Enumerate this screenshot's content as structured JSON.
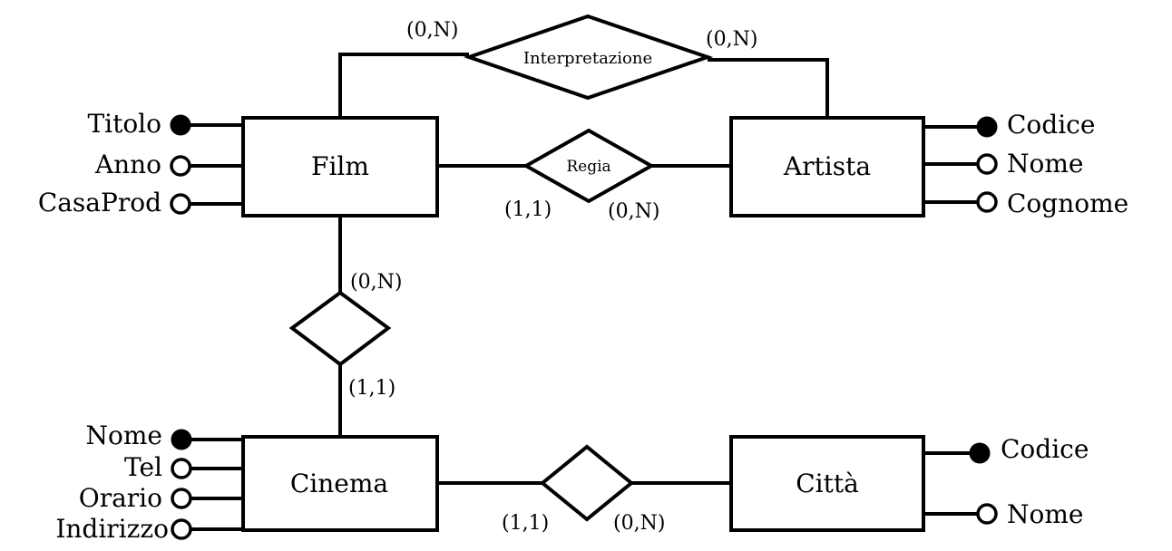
{
  "entities": {
    "film": {
      "name": "Film",
      "attributes": [
        {
          "name": "Titolo",
          "key": true
        },
        {
          "name": "Anno",
          "key": false
        },
        {
          "name": "CasaProd",
          "key": false
        }
      ]
    },
    "artista": {
      "name": "Artista",
      "attributes": [
        {
          "name": "Codice",
          "key": true
        },
        {
          "name": "Nome",
          "key": false
        },
        {
          "name": "Cognome",
          "key": false
        }
      ]
    },
    "cinema": {
      "name": "Cinema",
      "attributes": [
        {
          "name": "Nome",
          "key": true
        },
        {
          "name": "Tel",
          "key": false
        },
        {
          "name": "Orario",
          "key": false
        },
        {
          "name": "Indirizzo",
          "key": false
        }
      ]
    },
    "citta": {
      "name": "Città",
      "attributes": [
        {
          "name": "Codice",
          "key": true
        },
        {
          "name": "Nome",
          "key": false
        }
      ]
    }
  },
  "relationships": {
    "interpretazione": {
      "name": "Interpretazione",
      "card_film": "(0,N)",
      "card_artista": "(0,N)"
    },
    "regia": {
      "name": "Regia",
      "card_film": "(1,1)",
      "card_artista": "(0,N)"
    },
    "proiezione": {
      "card_film": "(0,N)",
      "card_cinema": "(1,1)"
    },
    "sede": {
      "card_cinema": "(1,1)",
      "card_citta": "(0,N)"
    }
  }
}
